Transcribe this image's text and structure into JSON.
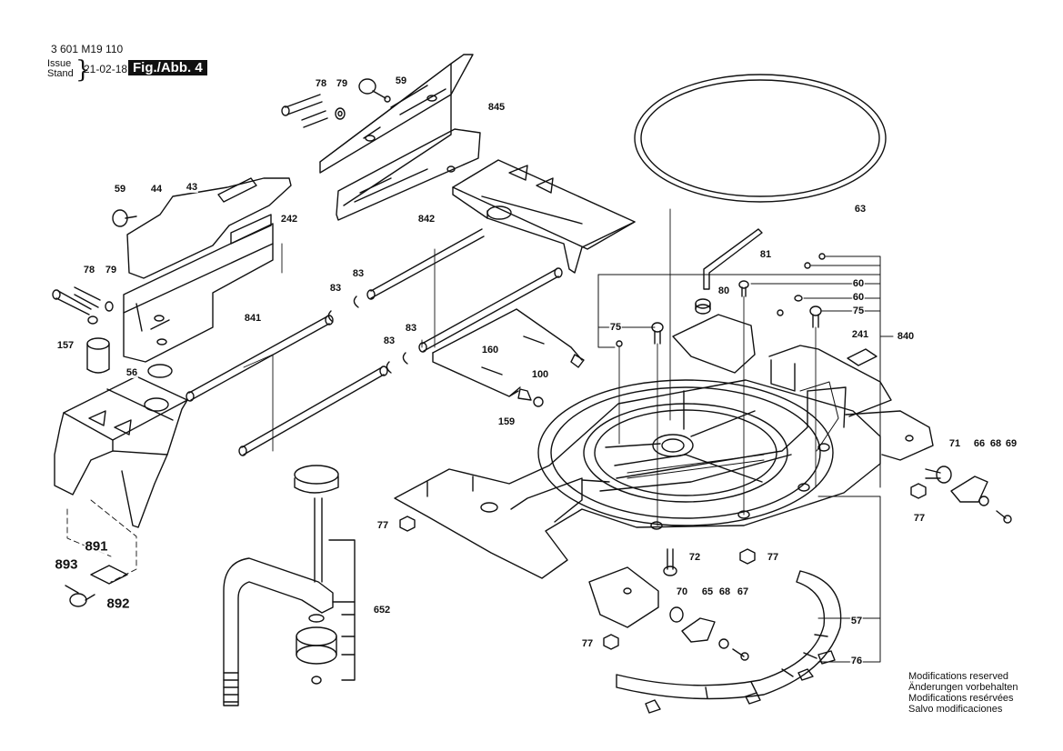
{
  "header": {
    "doc_number": "3 601 M19 110",
    "issue_label": "Issue",
    "stand_label": "Stand",
    "date": "21-02-18",
    "figure_label": "Fig./Abb. 4"
  },
  "callouts": {
    "c59a": "59",
    "c78a": "78",
    "c79a": "79",
    "c845": "845",
    "c59b": "59",
    "c44": "44",
    "c43": "43",
    "c242": "242",
    "c78b": "78",
    "c79b": "79",
    "c842": "842",
    "c63": "63",
    "c83a": "83",
    "c83b": "83",
    "c83c": "83",
    "c83d": "83",
    "c841": "841",
    "c157": "157",
    "c56": "56",
    "c81": "81",
    "c80": "80",
    "c60a": "60",
    "c60b": "60",
    "c75a": "75",
    "c75b": "75",
    "c241": "241",
    "c840": "840",
    "c160": "160",
    "c100": "100",
    "c159": "159",
    "c71": "71",
    "c66": "66",
    "c68a": "68",
    "c69": "69",
    "c77a": "77",
    "c77b": "77",
    "c77c": "77",
    "c77d": "77",
    "c72": "72",
    "c891": "891",
    "c893": "893",
    "c892": "892",
    "c652": "652",
    "c70": "70",
    "c65": "65",
    "c68b": "68",
    "c67": "67",
    "c57": "57",
    "c76": "76"
  },
  "footer": {
    "line1": "Modifications reserved",
    "line2": "Änderungen vorbehalten",
    "line3": "Modifications resérvées",
    "line4": "Salvo modificaciones"
  }
}
